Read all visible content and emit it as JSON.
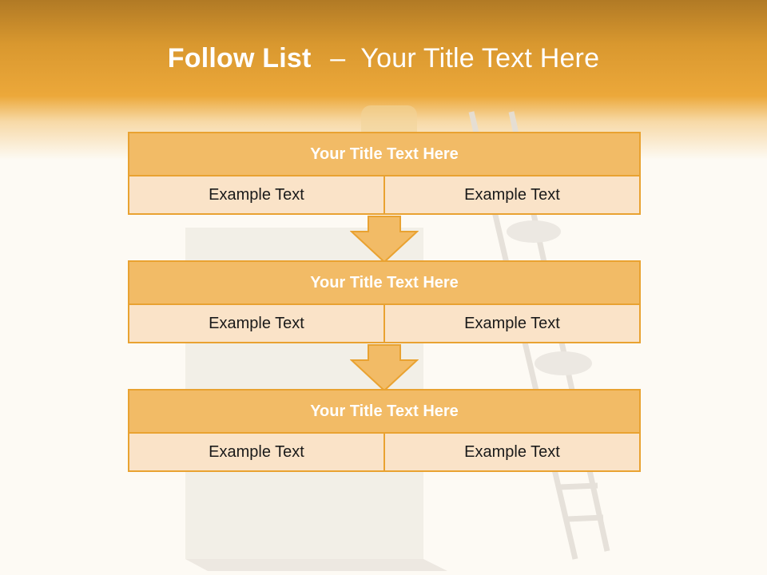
{
  "slide": {
    "title_bold": "Follow List",
    "title_dash": "–",
    "title_rest": "Your Title Text Here"
  },
  "blocks": [
    {
      "title": "Your Title Text Here",
      "left": "Example Text",
      "right": "Example Text"
    },
    {
      "title": "Your Title Text Here",
      "left": "Example Text",
      "right": "Example Text"
    },
    {
      "title": "Your Title Text Here",
      "left": "Example Text",
      "right": "Example Text"
    }
  ],
  "colors": {
    "header_orange": "#eca83a",
    "block_head": "#f2bb66",
    "block_cell": "#fae3c8",
    "border": "#e9a231"
  }
}
